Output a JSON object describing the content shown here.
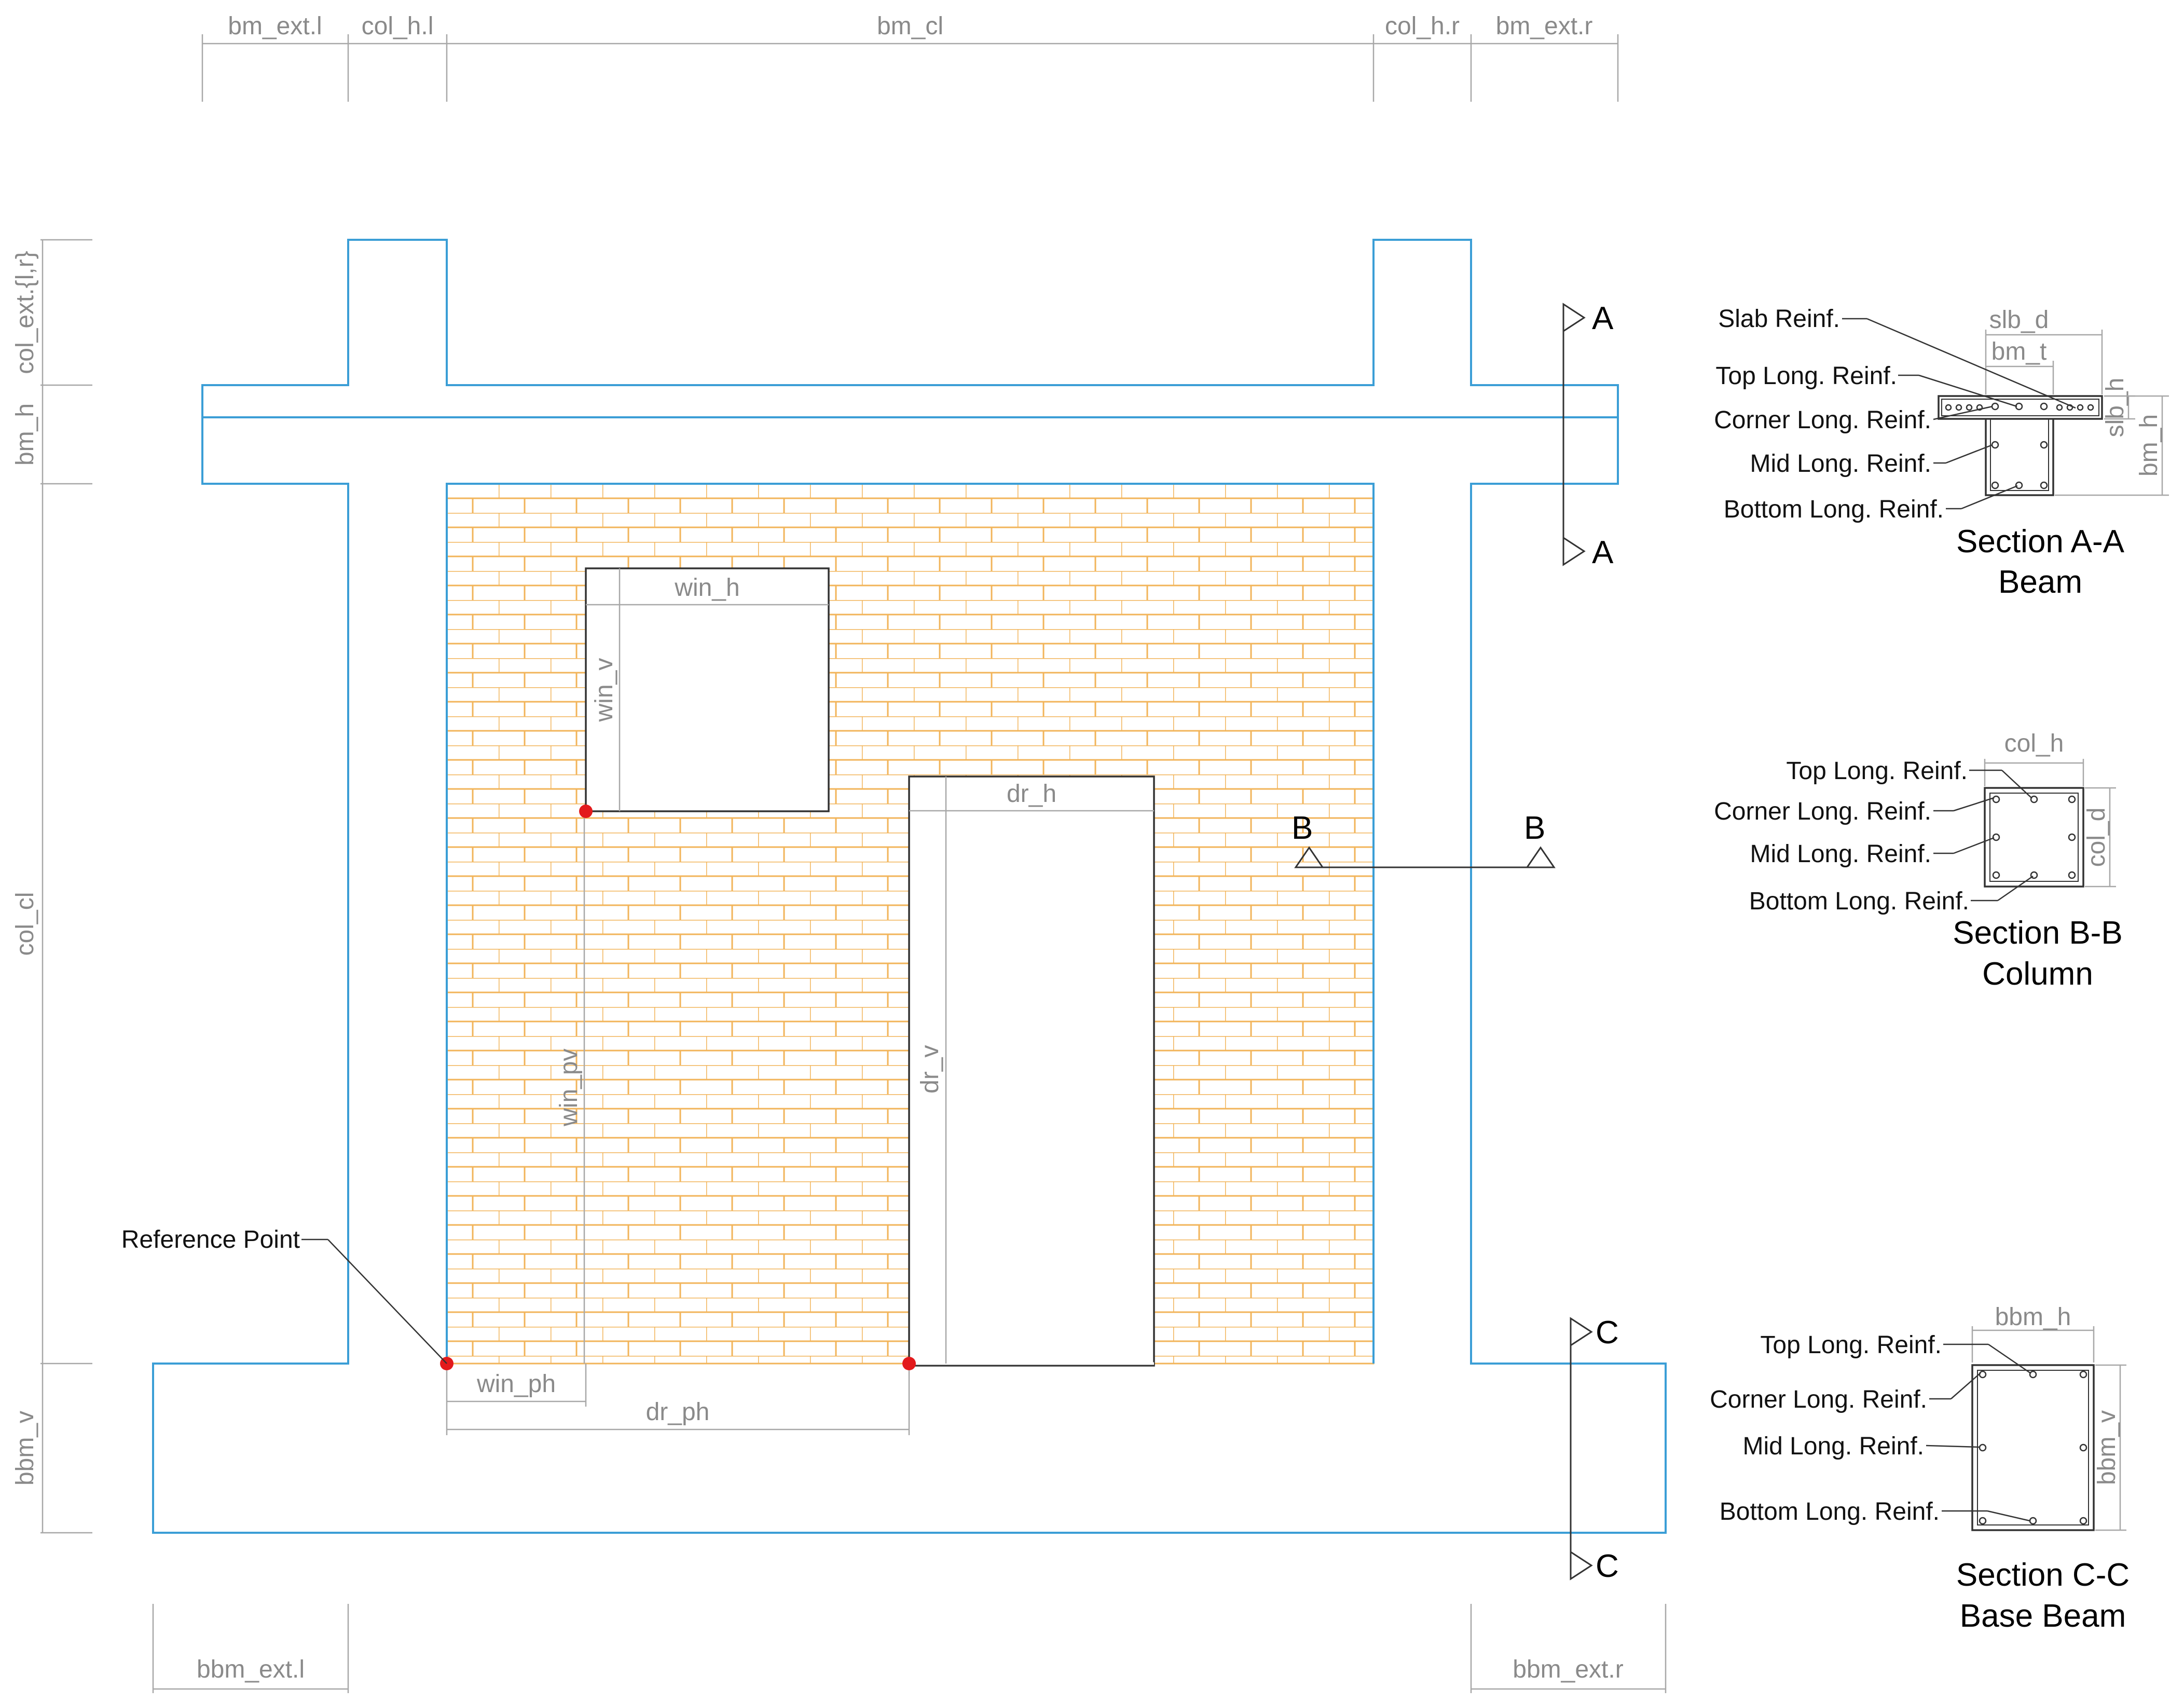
{
  "colors": {
    "structure": "#3b9ed6",
    "brick": "#f2b45a",
    "dimension": "#8a8a8a",
    "reference_point": "#e31a1c",
    "text": "#111111"
  },
  "dimensions": {
    "bm_ext_l": "bm_ext.l",
    "col_h_l": "col_h.l",
    "bm_cl": "bm_cl",
    "col_h_r": "col_h.r",
    "bm_ext_r": "bm_ext.r",
    "col_ext": "col_ext.{l,r}",
    "bm_h": "bm_h",
    "col_cl": "col_cl",
    "bbm_v": "bbm_v",
    "bbm_ext_l": "bbm_ext.l",
    "bbm_ext_r": "bbm_ext.r",
    "win_h": "win_h",
    "win_v": "win_v",
    "win_pv": "win_pv",
    "win_ph": "win_ph",
    "dr_h": "dr_h",
    "dr_v": "dr_v",
    "dr_ph": "dr_ph"
  },
  "cut_labels": {
    "a_top": "A",
    "a_bottom": "A",
    "b_left": "B",
    "b_right": "B",
    "c_top": "C",
    "c_bottom": "C"
  },
  "reference_point": "Reference Point",
  "section_a": {
    "title": "Section A-A",
    "subtitle": "Beam",
    "slab_reinf": "Slab Reinf.",
    "top": "Top Long. Reinf.",
    "corner": "Corner Long. Reinf.",
    "mid": "Mid Long. Reinf.",
    "bottom": "Bottom Long. Reinf.",
    "dim_slb_d": "slb_d",
    "dim_bm_t": "bm_t",
    "dim_slb_h": "slb_h",
    "dim_bm_h": "bm_h"
  },
  "section_b": {
    "title": "Section B-B",
    "subtitle": "Column",
    "top": "Top Long. Reinf.",
    "corner": "Corner Long. Reinf.",
    "mid": "Mid Long. Reinf.",
    "bottom": "Bottom Long. Reinf.",
    "dim_col_h": "col_h",
    "dim_col_d": "col_d"
  },
  "section_c": {
    "title": "Section C-C",
    "subtitle": "Base Beam",
    "top": "Top Long. Reinf.",
    "corner": "Corner Long. Reinf.",
    "mid": "Mid Long. Reinf.",
    "bottom": "Bottom Long. Reinf.",
    "dim_bbm_h": "bbm_h",
    "dim_bbm_v": "bbm_v"
  }
}
